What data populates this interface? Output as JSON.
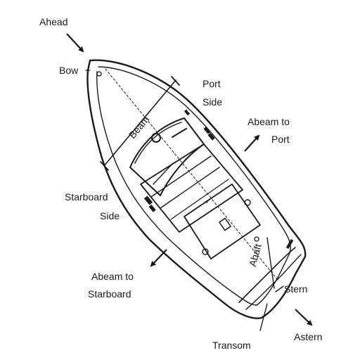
{
  "labels": {
    "ahead": "Ahead",
    "bow": "Bow",
    "port_side_1": "Port",
    "port_side_2": "Side",
    "beam": "Beam",
    "abeam_port_1": "Abeam to",
    "abeam_port_2": "Port",
    "starboard_side_1": "Starboard",
    "starboard_side_2": "Side",
    "abaft": "Abaft",
    "abeam_starboard_1": "Abeam to",
    "abeam_starboard_2": "Starboard",
    "stern": "Stern",
    "astern": "Astern",
    "transom": "Transom"
  }
}
